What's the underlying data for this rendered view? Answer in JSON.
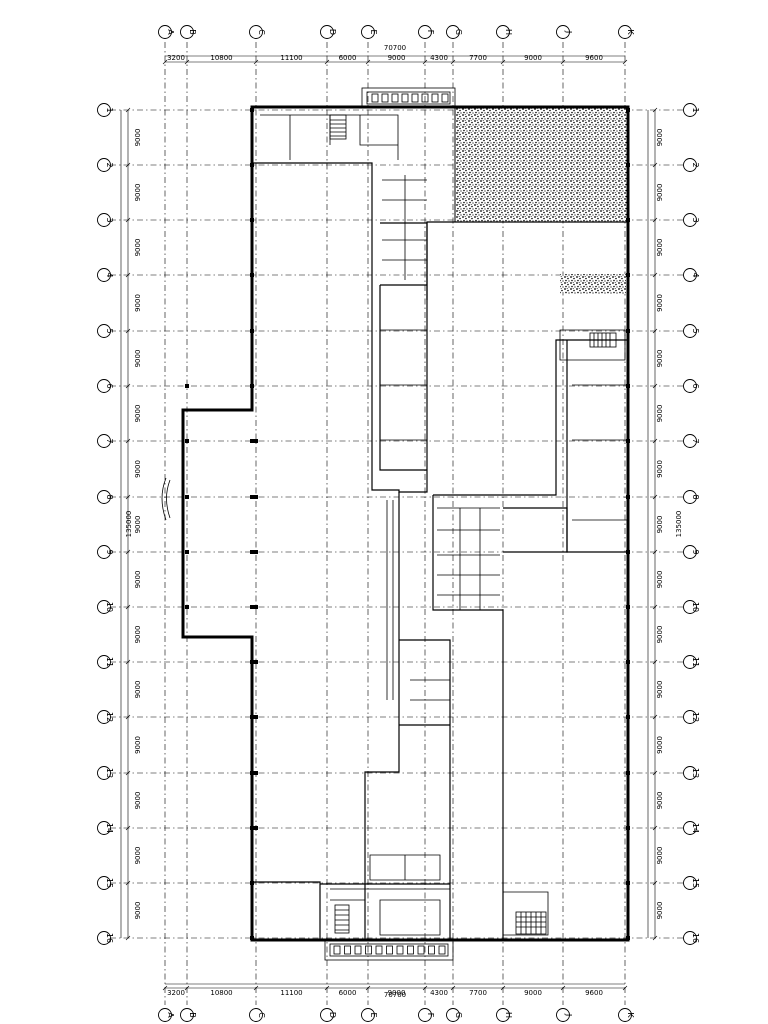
{
  "drawing": {
    "column_axes": [
      "A",
      "B",
      "C",
      "D",
      "E",
      "F",
      "G",
      "H",
      "J",
      "K"
    ],
    "column_spans": [
      "3200",
      "10800",
      "11100",
      "6000",
      "9000",
      "4300",
      "7700",
      "9000",
      "9600"
    ],
    "total_width": "70700",
    "row_axes": [
      "1",
      "2",
      "3",
      "4",
      "5",
      "6",
      "7",
      "8",
      "9",
      "10",
      "11",
      "12",
      "13",
      "14",
      "15",
      "16"
    ],
    "row_spans": [
      "9000",
      "9000",
      "9000",
      "9000",
      "9000",
      "9000",
      "9000",
      "9000",
      "9000",
      "9000",
      "9000",
      "9000",
      "9000",
      "9000",
      "9000"
    ],
    "total_length": "135000"
  }
}
